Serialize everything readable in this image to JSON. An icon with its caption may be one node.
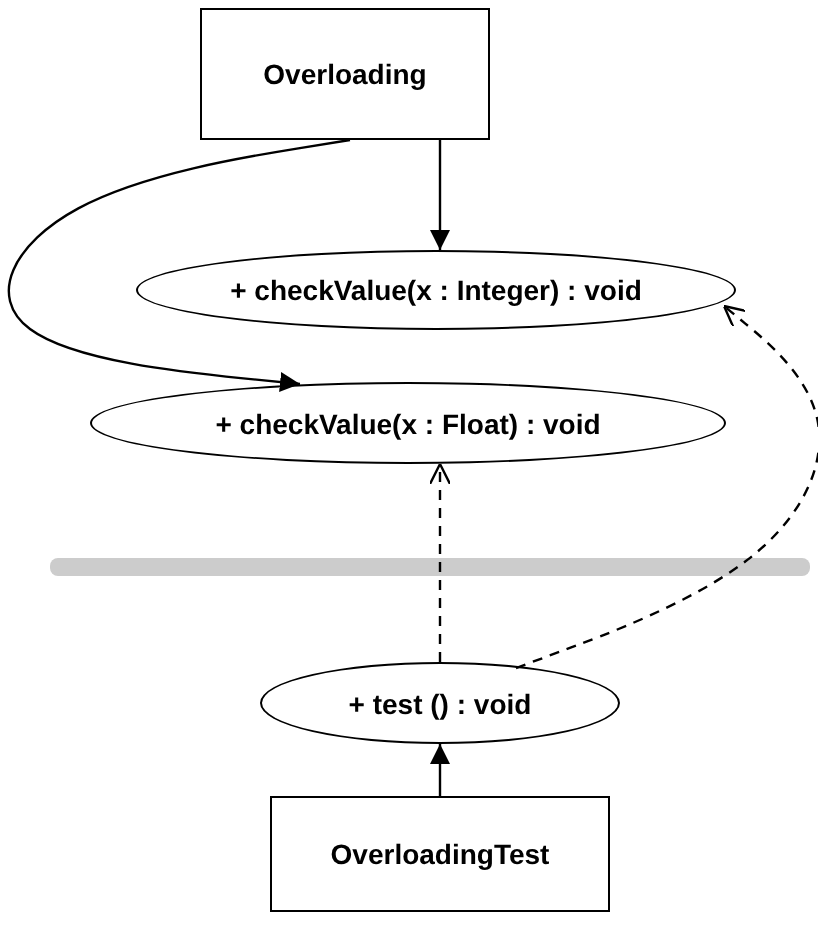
{
  "diagram": {
    "nodes": [
      {
        "text": [
          "Overloading"
        ]
      },
      {
        "text": [
          "+ checkValue(x : Integer) : void"
        ]
      },
      {
        "text": [
          "+ checkValue(x : Float) : void"
        ]
      },
      {
        "text": [
          "+ test () : void"
        ]
      },
      {
        "text": [
          "OverloadingTest"
        ]
      }
    ],
    "edges": [
      {
        "from": 0,
        "to": 1,
        "arrow": "to"
      },
      {
        "from": 0,
        "to": 2,
        "arrow": "to"
      },
      {
        "from": 3,
        "to": 2,
        "arrow": "to",
        "style": "dashed"
      },
      {
        "from": 3,
        "to": 1,
        "arrow": "to",
        "style": "dashed"
      },
      {
        "from": 4,
        "to": 3,
        "arrow": "to"
      }
    ]
  }
}
